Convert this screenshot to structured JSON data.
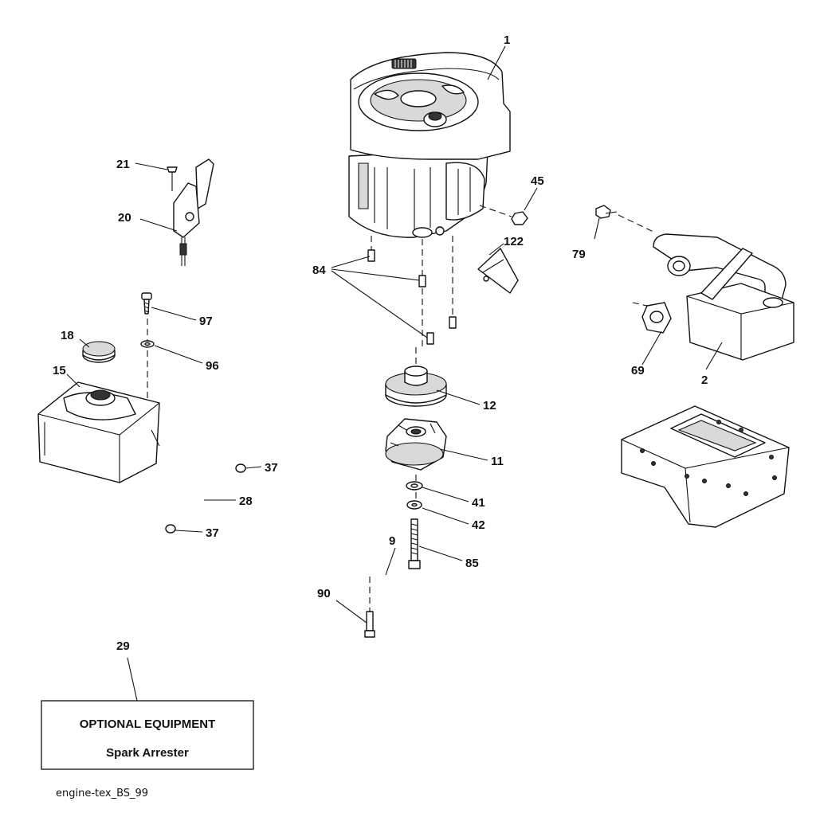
{
  "callouts": {
    "c1": "1",
    "c2": "2",
    "c9": "9",
    "c11": "11",
    "c12": "12",
    "c15": "15",
    "c18": "18",
    "c20": "20",
    "c21": "21",
    "c28": "28",
    "c29": "29",
    "c37a": "37",
    "c37b": "37",
    "c41": "41",
    "c42": "42",
    "c45": "45",
    "c69": "69",
    "c79": "79",
    "c84": "84",
    "c85": "85",
    "c90": "90",
    "c96": "96",
    "c97": "97",
    "c122": "122"
  },
  "optional_box": {
    "title": "OPTIONAL EQUIPMENT",
    "item": "Spark Arrester"
  },
  "footer_code": "engine-tex_BS_99"
}
